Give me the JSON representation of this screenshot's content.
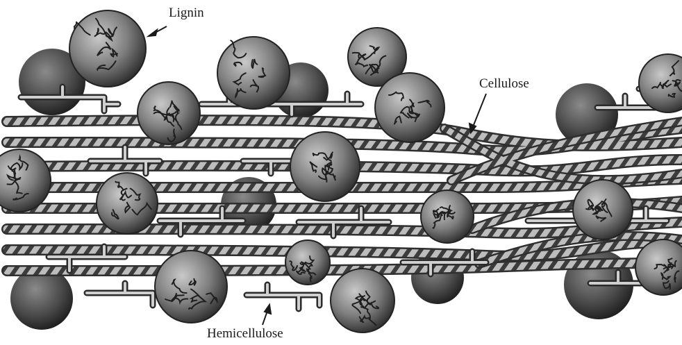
{
  "labels": {
    "lignin": "Lignin",
    "cellulose": "Cellulose",
    "hemicellulose": "Hemicellulose"
  },
  "colors": {
    "background": "#ffffff",
    "fiber_light": "#d9d9d9",
    "fiber_dark": "#3a3a3a",
    "sphere_mid": "#8a8a8a",
    "sphere_dark": "#2b2b2b"
  }
}
